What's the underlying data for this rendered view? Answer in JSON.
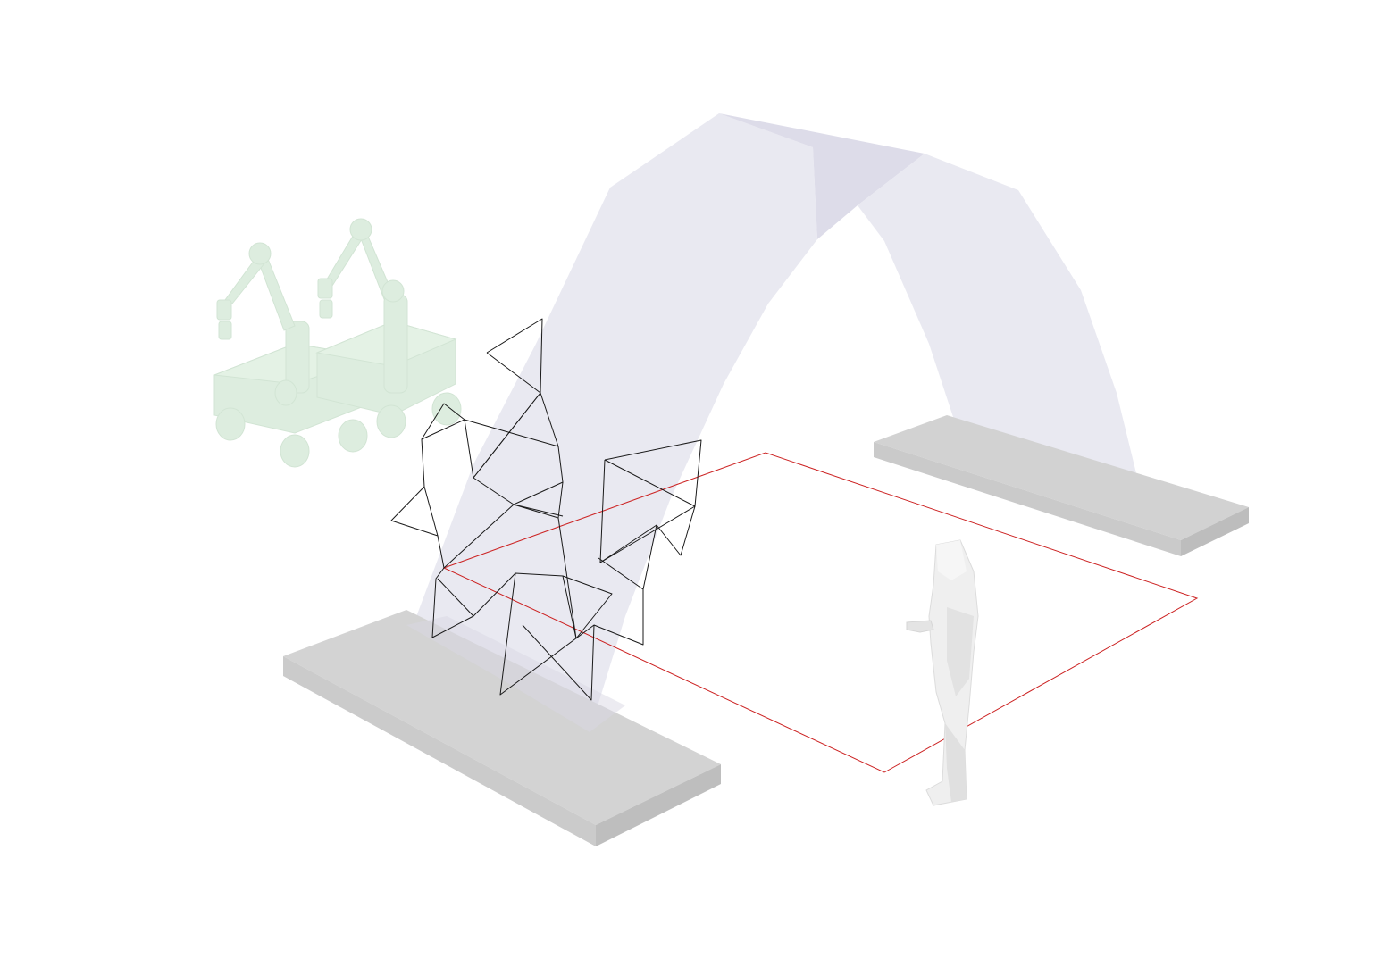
{
  "colors": {
    "background": "#ffffff",
    "arch_fill": "#e6e6ef",
    "arch_shade": "#d9d8e8",
    "base_top": "#d4d4d4",
    "base_side": "#bfbfbf",
    "truss_stroke": "#1a1a1a",
    "boundary_stroke": "#cc2222",
    "robot_fill": "#cfe6d2",
    "figure_fill": "#ececec"
  },
  "scene": {
    "elements": [
      "arch-shell",
      "left-base-slab",
      "right-base-slab",
      "triangulated-truss",
      "work-area-boundary",
      "mobile-robot-arms",
      "human-figure"
    ]
  }
}
